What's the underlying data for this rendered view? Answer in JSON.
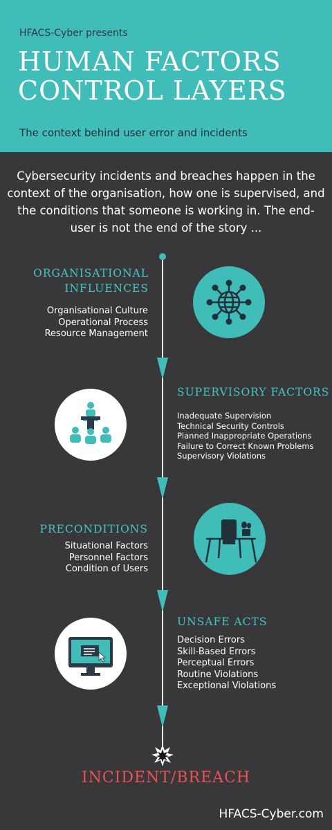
{
  "header": {
    "presents": "HFACS-Cyber presents",
    "title_line1": "HUMAN FACTORS",
    "title_line2": "CONTROL LAYERS",
    "subtitle": "The context behind user error and incidents"
  },
  "intro": "Cybersecurity incidents and breaches happen in the context of the organisation, how one is supervised, and the conditions that someone is working in. The end-user is not the end of the story ...",
  "sections": [
    {
      "title_line1": "ORGANISATIONAL",
      "title_line2": "INFLUENCES",
      "items": [
        "Organisational Culture",
        "Operational Process",
        "Resource Management"
      ],
      "icon": "globe-network-icon"
    },
    {
      "title": "SUPERVISORY FACTORS",
      "items": [
        "Inadequate Supervision",
        "Technical Security Controls",
        "Planned Inappropriate Operations",
        "Failure to Correct Known Problems",
        "Supervisory Violations"
      ],
      "icon": "presenter-audience-icon"
    },
    {
      "title": "PRECONDITIONS",
      "items": [
        "Situational Factors",
        "Personnel Factors",
        "Condition of Users"
      ],
      "icon": "desk-chair-icon"
    },
    {
      "title": "UNSAFE ACTS",
      "items": [
        "Decision Errors",
        "Skill-Based Errors",
        "Perceptual Errors",
        "Routine Violations",
        "Exceptional Violations"
      ],
      "icon": "computer-monitor-icon"
    }
  ],
  "incident": "INCIDENT/BREACH",
  "footer": "HFACS-Cyber.com",
  "colors": {
    "teal": "#40bcb9",
    "background": "#38373a",
    "incident": "#e9524f",
    "line": "#ffffff"
  }
}
